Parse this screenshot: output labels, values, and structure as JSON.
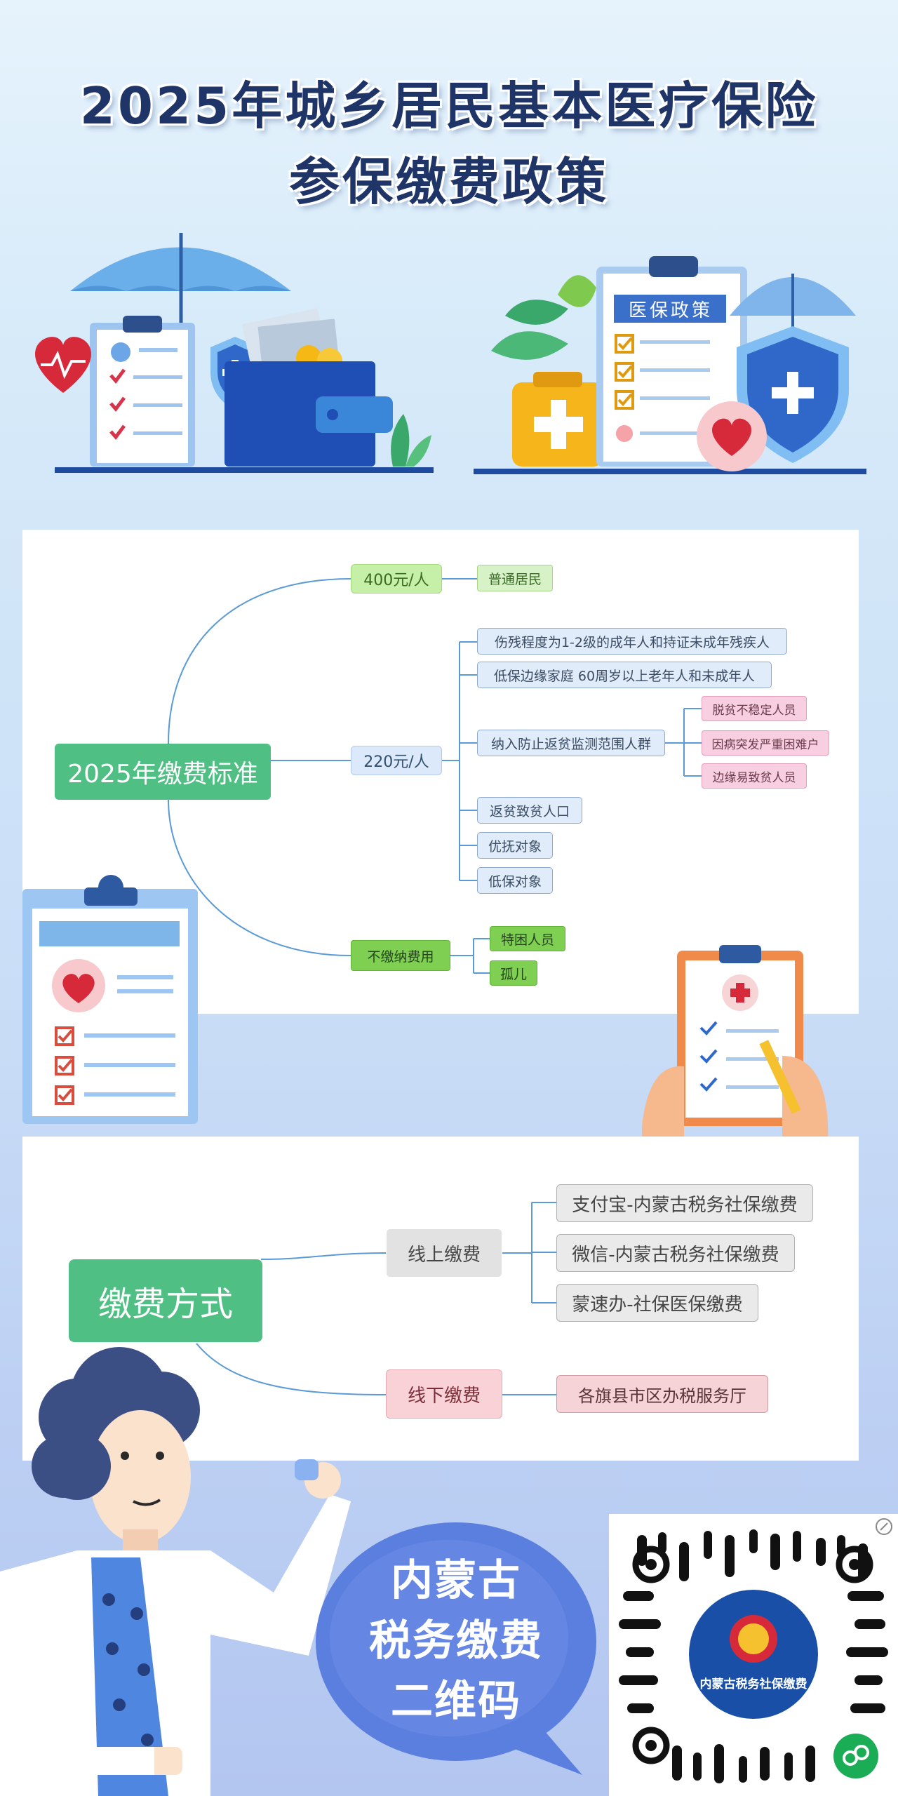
{
  "header": {
    "title_line1": "2025年城乡居民基本医疗保险",
    "title_line2": "参保缴费政策"
  },
  "illustration": {
    "clipboard_heading": "医保政策"
  },
  "standard_map": {
    "root": "2025年缴费标准",
    "tier_400": "400元/人",
    "tier_400_leaf": "普通居民",
    "tier_220": "220元/人",
    "tier_220_leaves": [
      "伤残程度为1-2级的成年人和持证未成年残疾人",
      "低保边缘家庭 60周岁以上老年人和未成年人",
      "纳入防止返贫监测范围人群",
      "返贫致贫人口",
      "优抚对象",
      "低保对象"
    ],
    "monitor_leaves": [
      "脱贫不稳定人员",
      "因病突发严重困难户",
      "边缘易致贫人员"
    ],
    "tier_free": "不缴纳费用",
    "tier_free_leaves": [
      "特困人员",
      "孤儿"
    ]
  },
  "payment_map": {
    "root": "缴费方式",
    "online": "线上缴费",
    "online_leaves": [
      "支付宝-内蒙古税务社保缴费",
      "微信-内蒙古税务社保缴费",
      "蒙速办-社保医保缴费"
    ],
    "offline": "线下缴费",
    "offline_leaf": "各旗县市区办税服务厅"
  },
  "qr_section": {
    "bubble_lines": [
      "内蒙古",
      "税务缴费",
      "二维码"
    ],
    "qr_center_label": "内蒙古税务社保缴费"
  }
}
